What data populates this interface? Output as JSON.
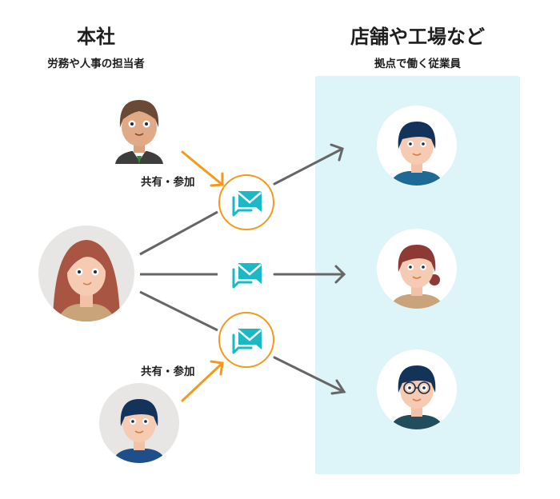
{
  "headquarters": {
    "title": "本社",
    "subtitle": "労務や人事の担当者"
  },
  "locations": {
    "title": "店舗や工場など",
    "subtitle": "拠点で働く従業員"
  },
  "flow_labels": {
    "top": "共有・参加",
    "bottom": "共有・参加"
  },
  "colors": {
    "panel": "#ddf5f8",
    "accent_orange": "#f39a1e",
    "chat_teal": "#1bb8c6",
    "arrow_gray": "#666666"
  },
  "nodes": {
    "hq_people": [
      "manager-avatar",
      "hr-woman-avatar",
      "hr-man-avatar"
    ],
    "chat_channels": [
      "chat-channel-top",
      "chat-channel-middle",
      "chat-channel-bottom"
    ],
    "employees": [
      "employee-man-avatar",
      "employee-woman-avatar",
      "employee-glasses-avatar"
    ]
  }
}
